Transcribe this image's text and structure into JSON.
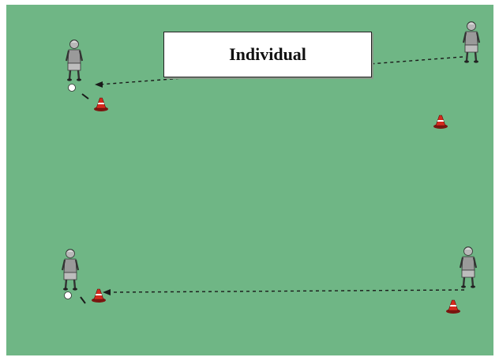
{
  "diagram": {
    "title": "Individual",
    "colors": {
      "field": "#6fb685",
      "cone": "#d42a1e",
      "player": "#9a9a9a",
      "pass_line": "#1a1a1a",
      "ball": "#ffffff"
    },
    "elements": {
      "players": 4,
      "balls": 2,
      "cones": 4,
      "pass_lines": 2
    }
  }
}
